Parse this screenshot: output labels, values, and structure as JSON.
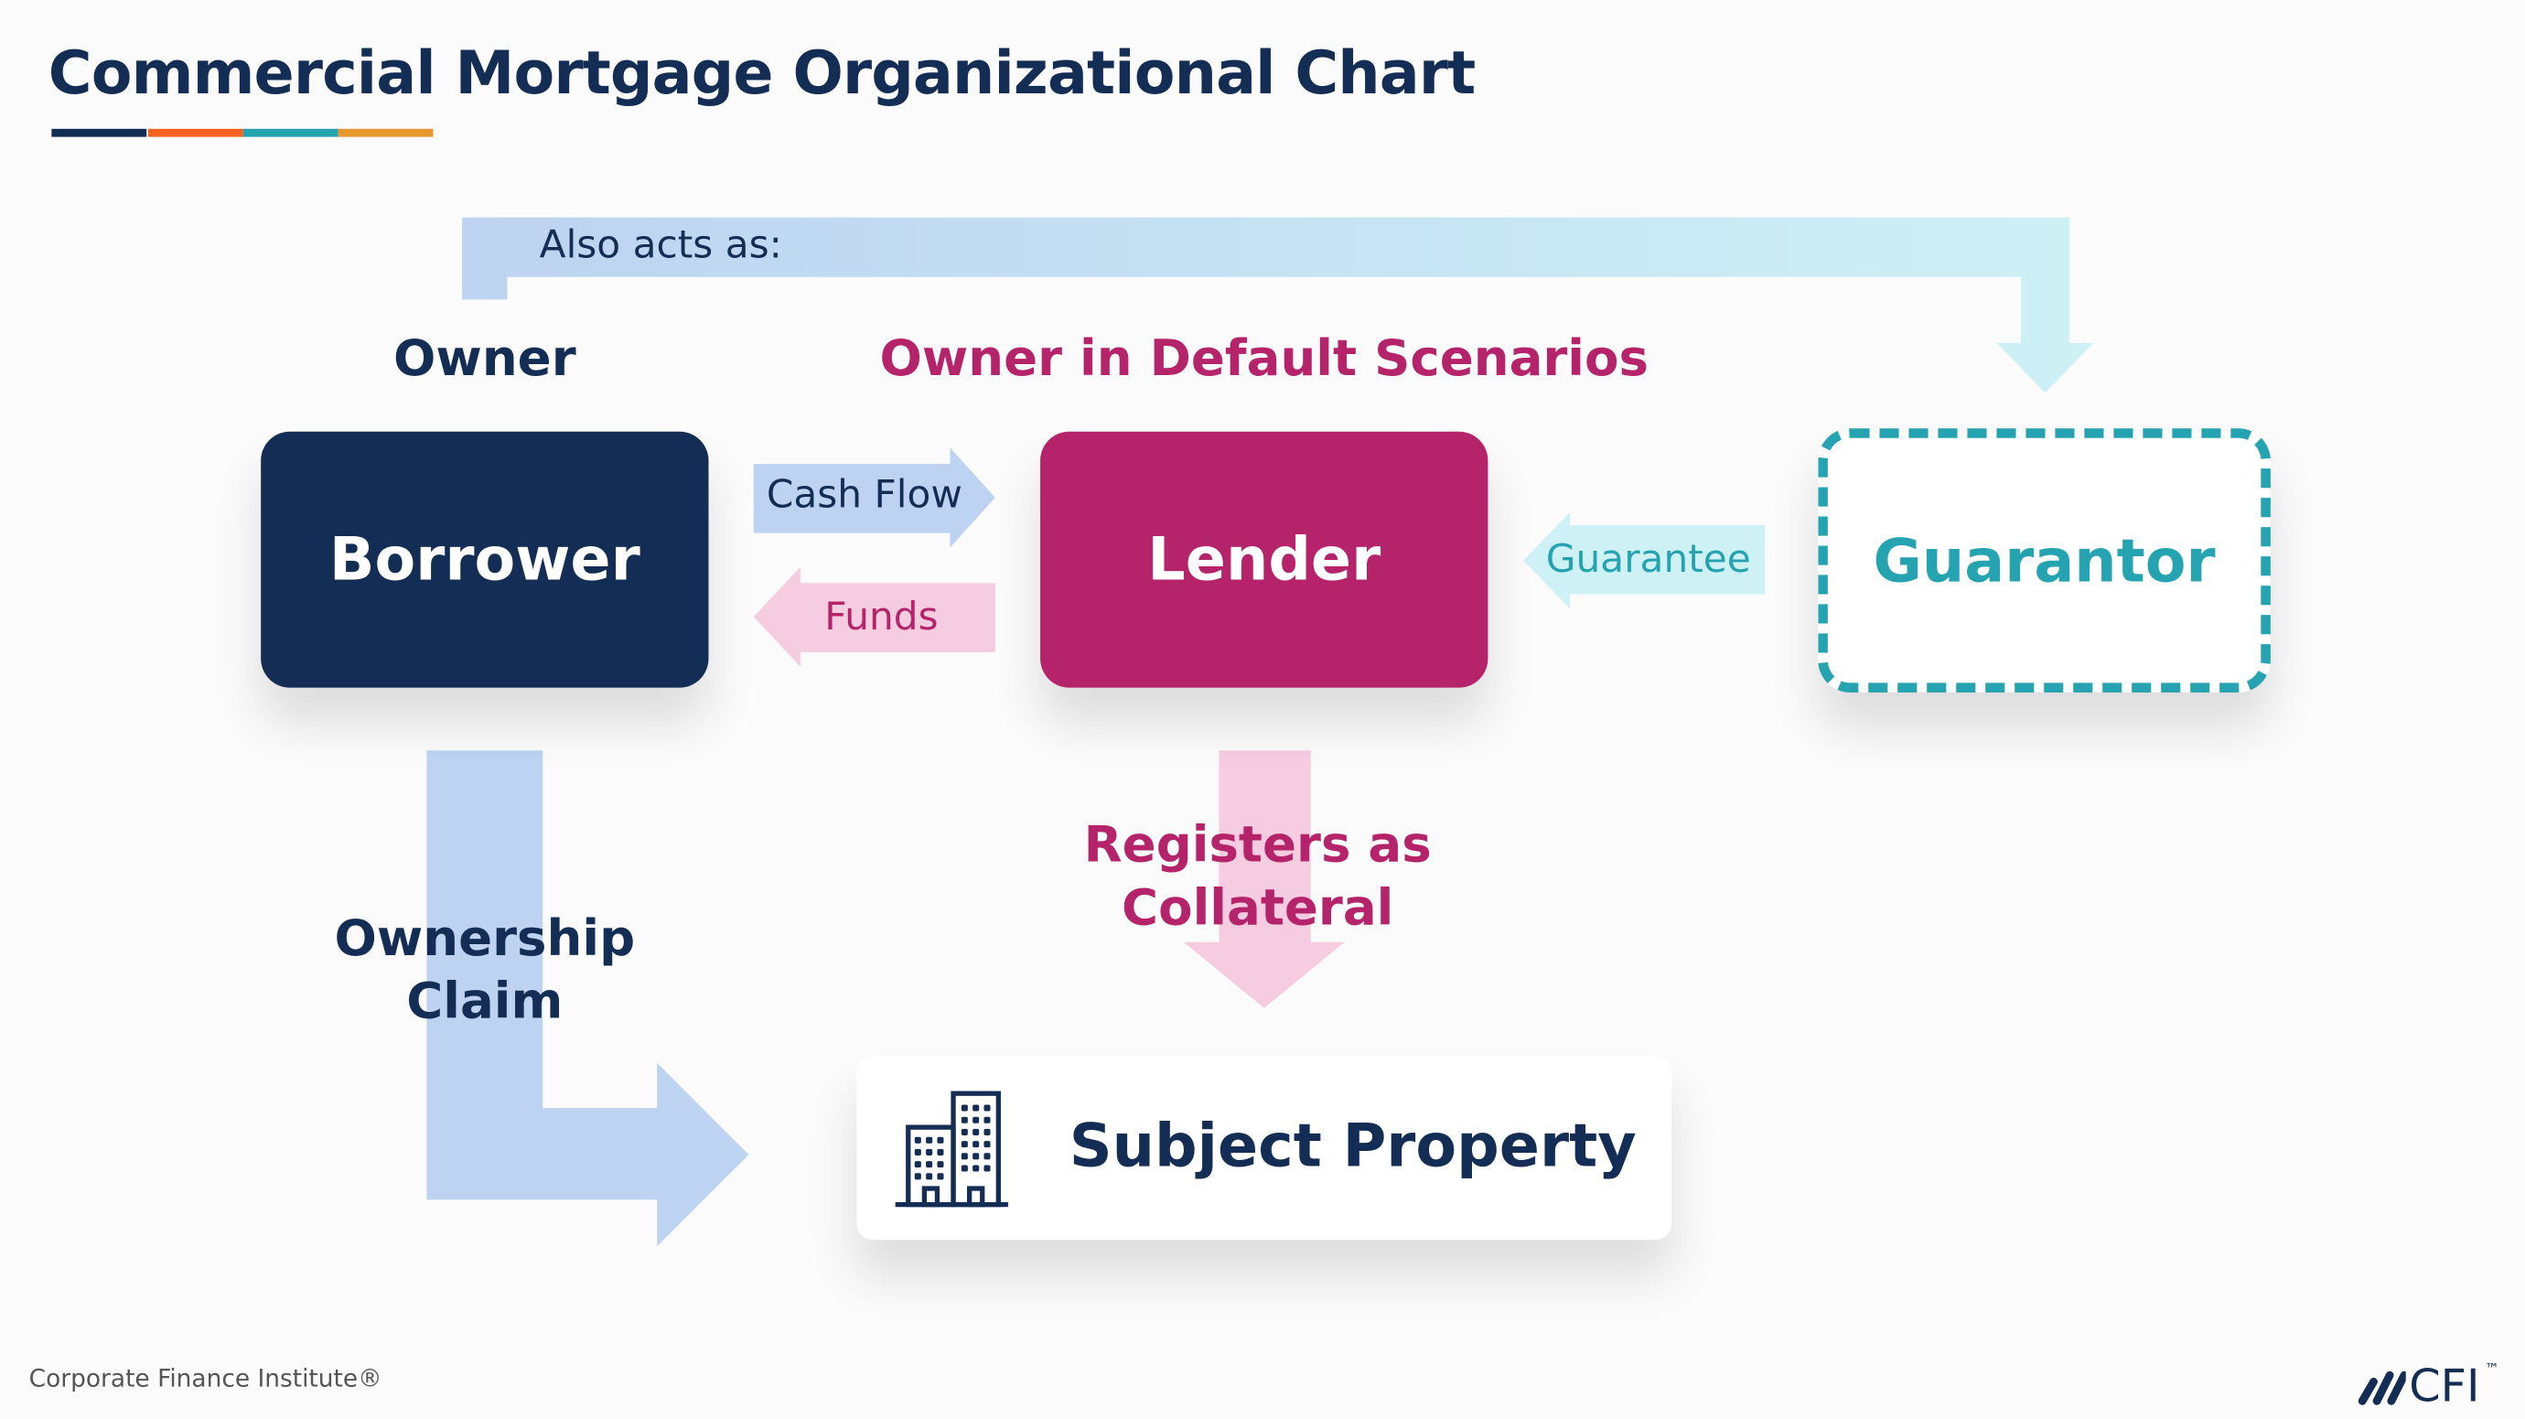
{
  "title": "Commercial Mortgage Organizational Chart",
  "colors": {
    "navy": "#142d55",
    "magenta": "#b5246a",
    "teal": "#25a3b0",
    "orange": "#f5621f",
    "amber": "#e8962e",
    "light_blue": "#bdd3f1",
    "light_pink": "#f5cce0",
    "light_cyan": "#cdf1f5"
  },
  "top_arrow_label": "Also acts as:",
  "labels": {
    "owner": "Owner",
    "owner_default": "Owner in Default Scenarios",
    "ownership_claim_1": "Ownership",
    "ownership_claim_2": "Claim",
    "registers_1": "Registers as",
    "registers_2": "Collateral"
  },
  "nodes": {
    "borrower": "Borrower",
    "lender": "Lender",
    "guarantor": "Guarantor",
    "subject_property": "Subject Property"
  },
  "flows": {
    "cash_flow": "Cash Flow",
    "funds": "Funds",
    "guarantee": "Guarantee"
  },
  "footer": {
    "credit": "Corporate Finance Institute®",
    "logo": "CFI",
    "logo_tm": "™"
  },
  "icons": {
    "building": "building-icon",
    "logo": "cfi-logo-icon"
  }
}
